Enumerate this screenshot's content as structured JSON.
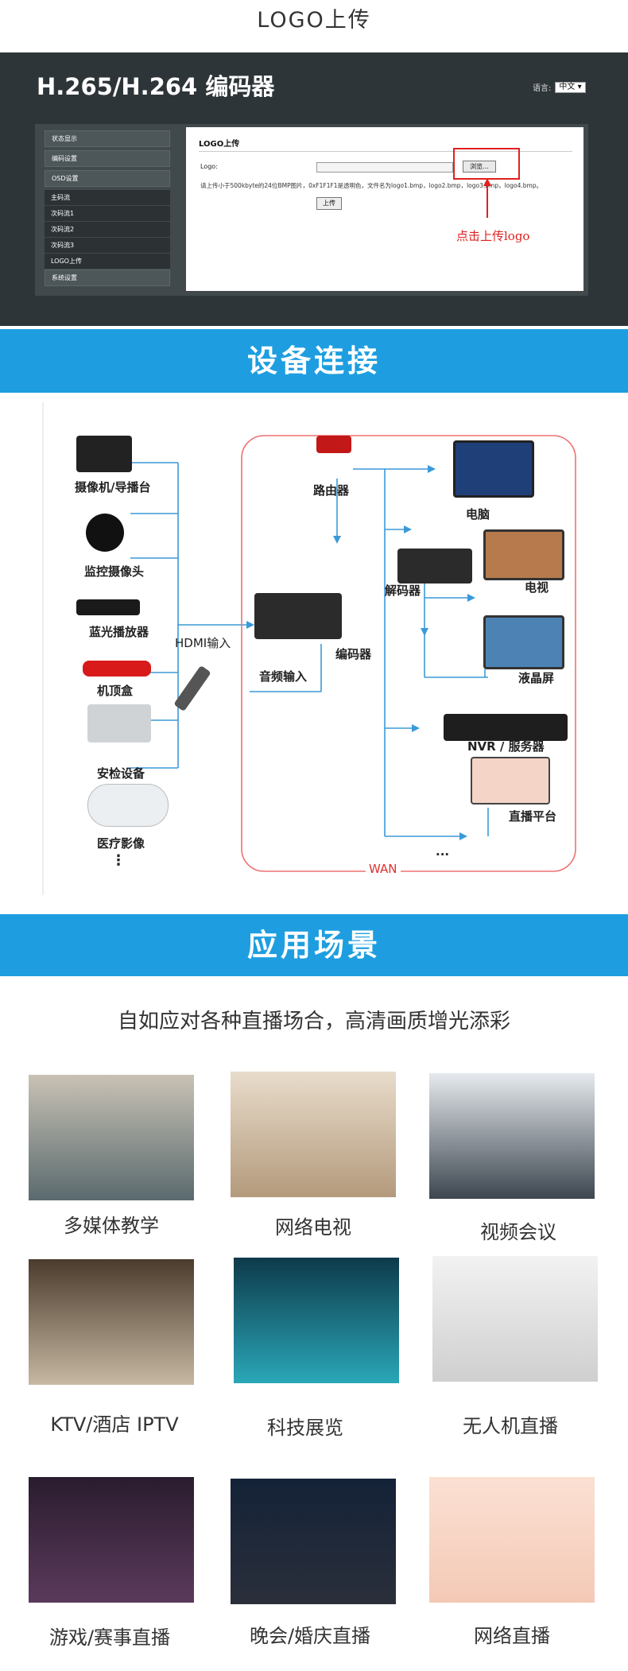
{
  "page_title": "LOGO上传",
  "app": {
    "title": "H.265/H.264 编码器",
    "language_label": "语言:",
    "language_value": "中文",
    "sidebar": [
      {
        "label": "状态显示",
        "kind": "main"
      },
      {
        "label": "编码设置",
        "kind": "main"
      },
      {
        "label": "OSD设置",
        "kind": "main"
      },
      {
        "label": "主码流",
        "kind": "sub"
      },
      {
        "label": "次码流1",
        "kind": "sub"
      },
      {
        "label": "次码流2",
        "kind": "sub"
      },
      {
        "label": "次码流3",
        "kind": "sub"
      },
      {
        "label": "LOGO上传",
        "kind": "sub"
      },
      {
        "label": "系统设置",
        "kind": "main"
      }
    ],
    "panel": {
      "heading": "LOGO上传",
      "logo_label": "Logo:",
      "browse_label": "浏览...",
      "hint": "请上传小于500kbyte的24位BMP图片，0xF1F1F1是透明色，文件名为logo1.bmp，logo2.bmp，logo3.bmp，logo4.bmp。",
      "upload_label": "上传"
    },
    "annotation": "点击上传logo"
  },
  "section_connect": {
    "title": "设备连接",
    "labels": {
      "camcorder": "摄像机/导播台",
      "surveillance": "监控摄像头",
      "bluray": "蓝光播放器",
      "hdmi_in": "HDMI输入",
      "stb": "机顶盒",
      "security": "安检设备",
      "medical": "医疗影像",
      "vdots": "⋮",
      "audio_in": "音频输入",
      "encoder": "编码器",
      "router": "路由器",
      "pc": "电脑",
      "decoder": "解码器",
      "tv": "电视",
      "lcd": "液晶屏",
      "nvr": "NVR / 服务器",
      "live": "直播平台",
      "hdots": "...",
      "wan": "WAN"
    },
    "colors": {
      "line": "#3a9ad9",
      "wan_border": "#f07070",
      "wan_text": "#e03030"
    }
  },
  "section_scenes": {
    "title": "应用场景",
    "subtitle": "自如应对各种直播场合，高清画质增光添彩",
    "items": [
      {
        "label": "多媒体教学"
      },
      {
        "label": "网络电视"
      },
      {
        "label": "视频会议"
      },
      {
        "label": "KTV/酒店 IPTV"
      },
      {
        "label": "科技展览"
      },
      {
        "label": "无人机直播"
      },
      {
        "label": "游戏/赛事直播"
      },
      {
        "label": "晚会/婚庆直播"
      },
      {
        "label": "网络直播"
      }
    ]
  },
  "colors": {
    "brand_blue": "#1e9ee0",
    "app_bg": "#2e3538",
    "annotation_red": "#e02020"
  }
}
